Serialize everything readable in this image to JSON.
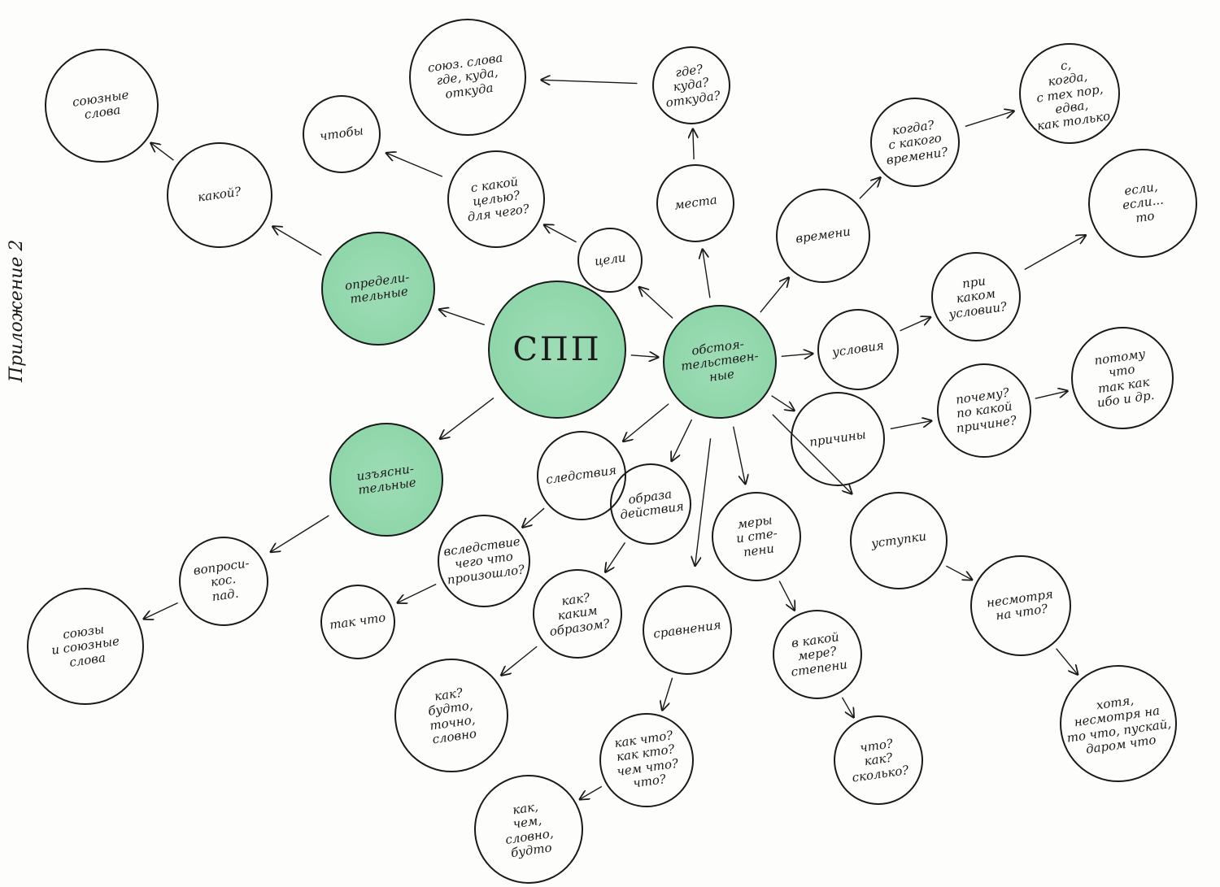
{
  "side_label": "Приложение 2",
  "colors": {
    "highlight": "#8fd6aa",
    "ink": "#1a1a1a"
  },
  "nodes": {
    "spp": "СПП",
    "opred": "определи-\nтельные",
    "izyas": "изъясни-\nтельные",
    "obst": "обстоя-\nтельствен-\nные",
    "kakoy": "какой?",
    "soyuz_slova": "союзные\nслова",
    "vopros": "вопроси-\nкос.\nпад.",
    "soyuzy": "союзы\nи союзные\nслова",
    "chtoby": "чтобы",
    "s_kakoy_celyu": "с какой\nцелью?\nдля чего?",
    "celi": "цели",
    "mesta": "места",
    "gde": "где?\nкуда?\nоткуда?",
    "soyuz_gde": "союз. слова\nгде, куда,\nоткуда",
    "vremeni": "времени",
    "kogda": "когда?\nс какого\nвремени?",
    "s_teh_por": "с,\nкогда,\nс тех пор,\nедва,\nкак только",
    "usloviya": "условия",
    "pri_kakom": "при\nкаком\nусловии?",
    "esli": "если,\nесли...\nто",
    "prichiny": "причины",
    "pochemu": "почему?\nпо какой\nпричине?",
    "potomu": "потому\nчто\nтак как\nибо и др.",
    "ustupki": "уступки",
    "nesmotrya": "несмотря\nна что?",
    "hotya": "хотя,\nнесмотря на\nто что, пускай,\nдаром что",
    "mery": "меры\nи сте-\nпени",
    "v_kakoy_mere": "в какой\nмере?\nстепени",
    "chto_kak": "что?\nкак?\nсколько?",
    "sravneniya": "сравнения",
    "kak_chto": "как что?\nкак кто?\nчем что?\nчто?",
    "kak_chem": "как,\nчем,\nсловно,\nбудто",
    "obraza": "образа\nдействия",
    "kak_kakim": "как?\nкаким\nобразом?",
    "kak_budto": "как?\nбудто,\nточно,\nсловно",
    "sledstviya": "следствия",
    "vsledstvie": "вследствие\nчего что\nпроизошло?",
    "tak_chto": "так что"
  },
  "edges": [
    [
      "spp",
      "opred"
    ],
    [
      "spp",
      "izyas"
    ],
    [
      "spp",
      "obst"
    ],
    [
      "opred",
      "kakoy"
    ],
    [
      "kakoy",
      "soyuz_slova"
    ],
    [
      "izyas",
      "vopros"
    ],
    [
      "vopros",
      "soyuzy"
    ],
    [
      "s_kakoy_celyu",
      "chtoby"
    ],
    [
      "obst",
      "celi"
    ],
    [
      "celi",
      "s_kakoy_celyu"
    ],
    [
      "obst",
      "mesta"
    ],
    [
      "mesta",
      "gde"
    ],
    [
      "gde",
      "soyuz_gde"
    ],
    [
      "obst",
      "vremeni"
    ],
    [
      "vremeni",
      "kogda"
    ],
    [
      "kogda",
      "s_teh_por"
    ],
    [
      "obst",
      "usloviya"
    ],
    [
      "usloviya",
      "pri_kakom"
    ],
    [
      "pri_kakom",
      "esli"
    ],
    [
      "obst",
      "prichiny"
    ],
    [
      "prichiny",
      "pochemu"
    ],
    [
      "pochemu",
      "potomu"
    ],
    [
      "obst",
      "ustupki"
    ],
    [
      "ustupki",
      "nesmotrya"
    ],
    [
      "nesmotrya",
      "hotya"
    ],
    [
      "obst",
      "mery"
    ],
    [
      "mery",
      "v_kakoy_mere"
    ],
    [
      "v_kakoy_mere",
      "chto_kak"
    ],
    [
      "obst",
      "sravneniya"
    ],
    [
      "sravneniya",
      "kak_chto"
    ],
    [
      "kak_chto",
      "kak_chem"
    ],
    [
      "obst",
      "obraza"
    ],
    [
      "obraza",
      "kak_kakim"
    ],
    [
      "kak_kakim",
      "kak_budto"
    ],
    [
      "obst",
      "sledstviya"
    ],
    [
      "sledstviya",
      "vsledstvie"
    ],
    [
      "vsledstvie",
      "tak_chto"
    ]
  ]
}
